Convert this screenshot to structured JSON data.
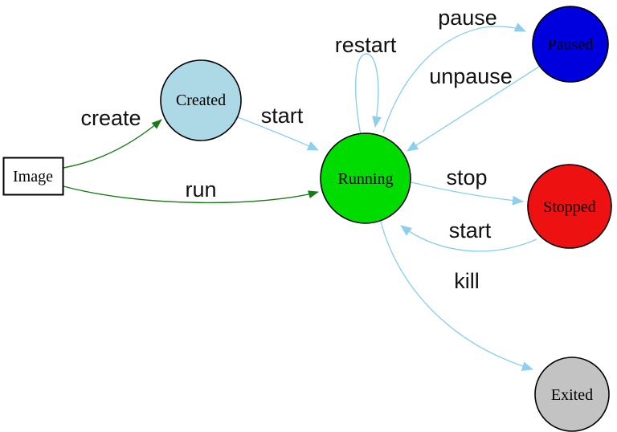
{
  "diagram": {
    "type": "state-diagram",
    "subject": "container-lifecycle",
    "background": "#ffffff",
    "nodes": [
      {
        "id": "image",
        "label": "Image",
        "shape": "rect",
        "fill": "#ffffff",
        "border": "#2929cc"
      },
      {
        "id": "created",
        "label": "Created",
        "shape": "circle",
        "fill": "#add8e6",
        "border": "#000000"
      },
      {
        "id": "running",
        "label": "Running",
        "shape": "circle",
        "fill": "#00db00",
        "border": "#000000"
      },
      {
        "id": "paused",
        "label": "Paused",
        "shape": "circle",
        "fill": "#0000de",
        "border": "#000000"
      },
      {
        "id": "stopped",
        "label": "Stopped",
        "shape": "circle",
        "fill": "#ee1111",
        "border": "#000000"
      },
      {
        "id": "exited",
        "label": "Exited",
        "shape": "circle",
        "fill": "#c3c3c3",
        "border": "#000000"
      }
    ],
    "edges": [
      {
        "from": "image",
        "to": "created",
        "label": "create",
        "color": "#1a7a1a"
      },
      {
        "from": "image",
        "to": "running",
        "label": "run",
        "color": "#1a7a1a"
      },
      {
        "from": "created",
        "to": "running",
        "label": "start",
        "color": "#8ecfee"
      },
      {
        "from": "running",
        "to": "running",
        "label": "restart",
        "color": "#8ecfee"
      },
      {
        "from": "running",
        "to": "paused",
        "label": "pause",
        "color": "#8ecfee"
      },
      {
        "from": "paused",
        "to": "running",
        "label": "unpause",
        "color": "#8ecfee"
      },
      {
        "from": "running",
        "to": "stopped",
        "label": "stop",
        "color": "#8ecfee"
      },
      {
        "from": "stopped",
        "to": "running",
        "label": "start",
        "color": "#8ecfee"
      },
      {
        "from": "running",
        "to": "exited",
        "label": "kill",
        "color": "#8ecfee"
      }
    ]
  }
}
